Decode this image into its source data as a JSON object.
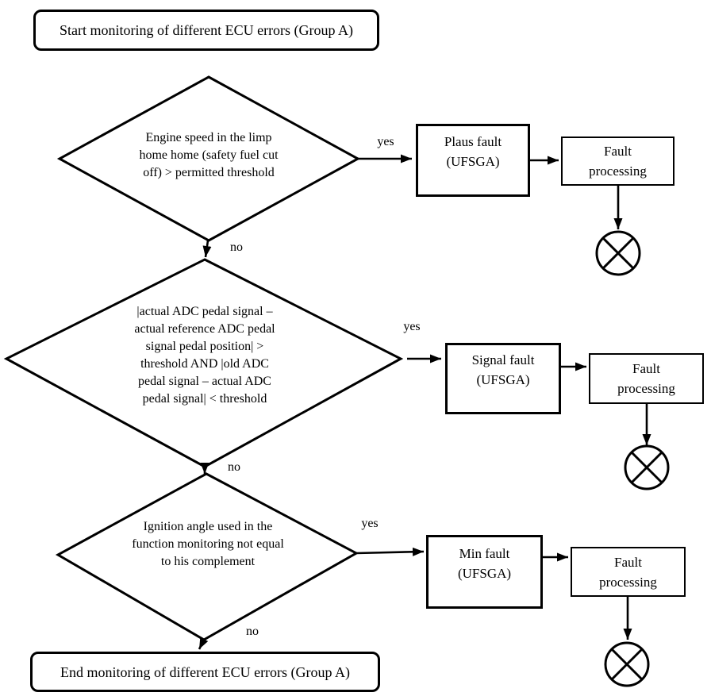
{
  "colors": {
    "ink": "#000000",
    "background": "#ffffff"
  },
  "labels": {
    "yes": "yes",
    "no": "no"
  },
  "start_node": {
    "text": "Start monitoring of different ECU errors (Group A)"
  },
  "end_node": {
    "text": "End monitoring of different ECU errors (Group A)"
  },
  "decisions": [
    {
      "lines": [
        "Engine speed in the limp",
        "home home (safety fuel cut",
        "off) > permitted threshold"
      ]
    },
    {
      "lines": [
        "|actual ADC pedal signal –",
        "actual reference ADC pedal",
        "signal pedal position| >",
        "threshold AND |old ADC",
        "pedal signal – actual ADC",
        "pedal signal| < threshold"
      ]
    },
    {
      "lines": [
        "Ignition angle used in the",
        "function monitoring not equal",
        "to his complement"
      ]
    }
  ],
  "fault_nodes": [
    {
      "line1": "Plaus fault",
      "line2": "(UFSGA)"
    },
    {
      "line1": "Signal fault",
      "line2": "(UFSGA)"
    },
    {
      "line1": "Min fault",
      "line2": "(UFSGA)"
    }
  ],
  "processing_nodes": [
    {
      "line1": "Fault",
      "line2": "processing"
    },
    {
      "line1": "Fault",
      "line2": "processing"
    },
    {
      "line1": "Fault",
      "line2": "processing"
    }
  ]
}
